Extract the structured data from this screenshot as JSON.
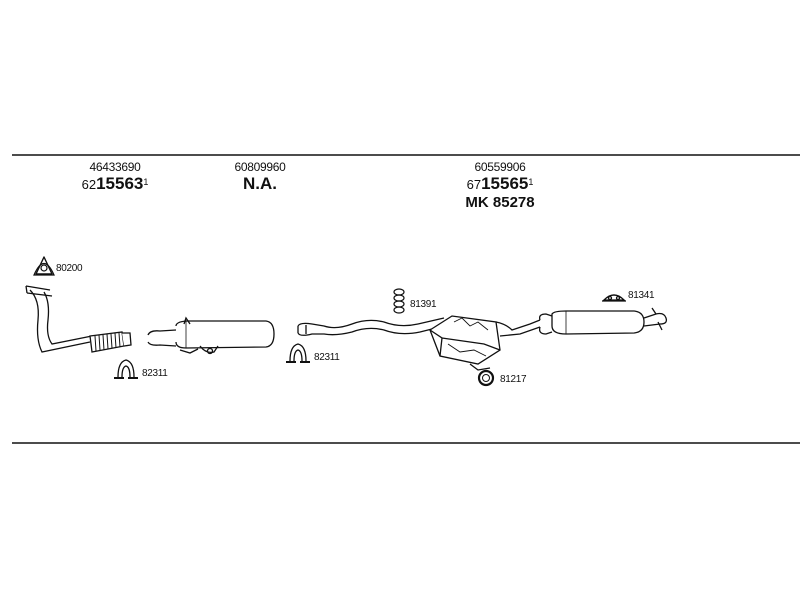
{
  "columns": [
    {
      "oe": "46433690",
      "prefix": "62",
      "number": "15563",
      "sup": "1"
    },
    {
      "oe": "60809960",
      "value": "N.A."
    },
    {
      "oe": "60559906",
      "prefix": "67",
      "number": "15565",
      "sup": "1",
      "mk": "MK 85278"
    }
  ],
  "parts": {
    "p80200": "80200",
    "p82311_a": "82311",
    "p82311_b": "82311",
    "p81391": "81391",
    "p81217": "81217",
    "p81341": "81341"
  }
}
